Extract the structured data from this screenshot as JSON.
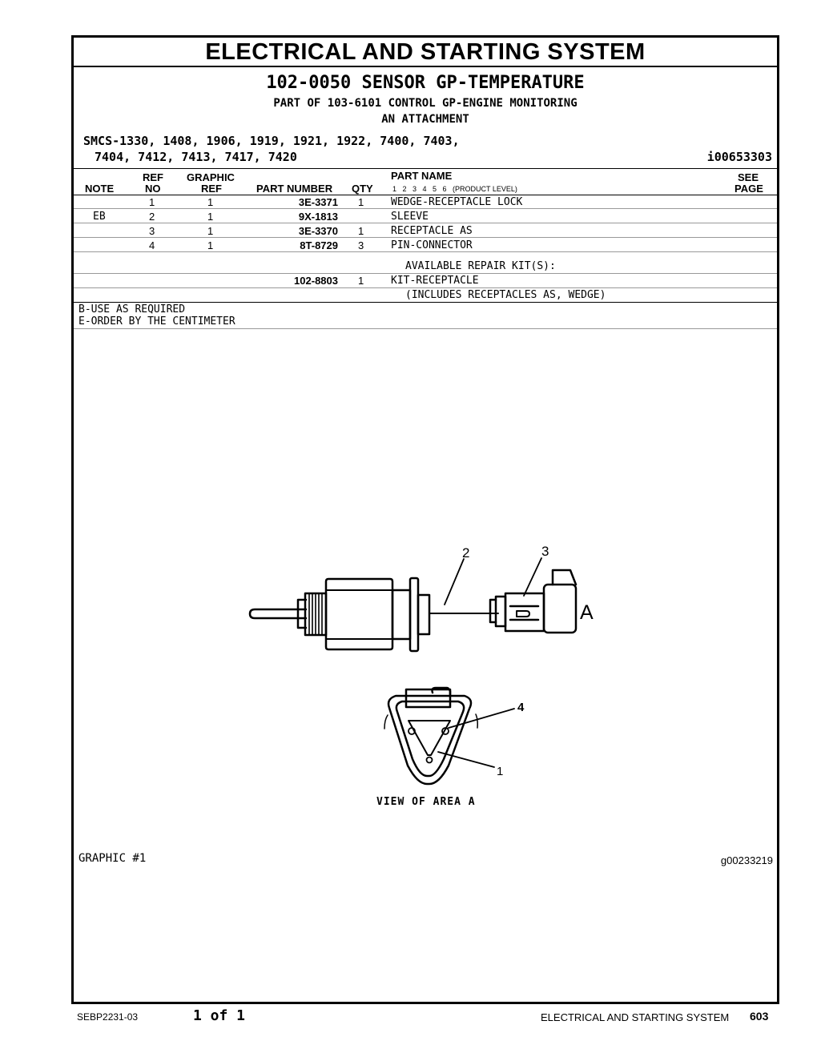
{
  "section_title": "ELECTRICAL AND STARTING SYSTEM",
  "group_title": "102-0050 SENSOR GP-TEMPERATURE",
  "part_of": "PART OF 103-6101 CONTROL GP-ENGINE MONITORING",
  "part_of_2": "AN ATTACHMENT",
  "smcs_line1": "SMCS-1330, 1408, 1906, 1919, 1921, 1922, 7400, 7403,",
  "smcs_line2": "7404, 7412, 7413, 7417, 7420",
  "illustration_id": "i00653303",
  "table_headers": {
    "note": "NOTE",
    "ref_top": "REF",
    "ref_bottom": "NO",
    "graphic_top": "GRAPHIC",
    "graphic_bottom": "REF",
    "part_number": "PART NUMBER",
    "qty": "QTY",
    "part_name": "PART NAME",
    "product_levels": "1   2   3   4   5   6   (PRODUCT LEVEL)",
    "see_top": "SEE",
    "see_bottom": "PAGE"
  },
  "rows": [
    {
      "note": "",
      "ref": "1",
      "graphic": "1",
      "part_number": "3E-3371",
      "qty": "1",
      "name": "WEDGE-RECEPTACLE LOCK"
    },
    {
      "note": "EB",
      "ref": "2",
      "graphic": "1",
      "part_number": "9X-1813",
      "qty": "",
      "name": "SLEEVE"
    },
    {
      "note": "",
      "ref": "3",
      "graphic": "1",
      "part_number": "3E-3370",
      "qty": "1",
      "name": "RECEPTACLE AS"
    },
    {
      "note": "",
      "ref": "4",
      "graphic": "1",
      "part_number": "8T-8729",
      "qty": "3",
      "name": "PIN-CONNECTOR"
    }
  ],
  "kit_heading": "AVAILABLE REPAIR KIT(S):",
  "kit_row": {
    "part_number": "102-8803",
    "qty": "1",
    "name": "KIT-RECEPTACLE"
  },
  "kit_includes": "(INCLUDES RECEPTACLES AS, WEDGE)",
  "notes": [
    "B-USE AS REQUIRED",
    "E-ORDER BY THE CENTIMETER"
  ],
  "callouts": {
    "c1": "1",
    "c2": "2",
    "c3": "3",
    "c4": "4",
    "area": "A",
    "view_label": "VIEW OF AREA A"
  },
  "graphic_label": "GRAPHIC #1",
  "graphic_id": "g00233219",
  "footer": {
    "doc_number": "SEBP2231-03",
    "page_of": "1 of 1",
    "section": "ELECTRICAL AND STARTING SYSTEM",
    "page": "603"
  }
}
